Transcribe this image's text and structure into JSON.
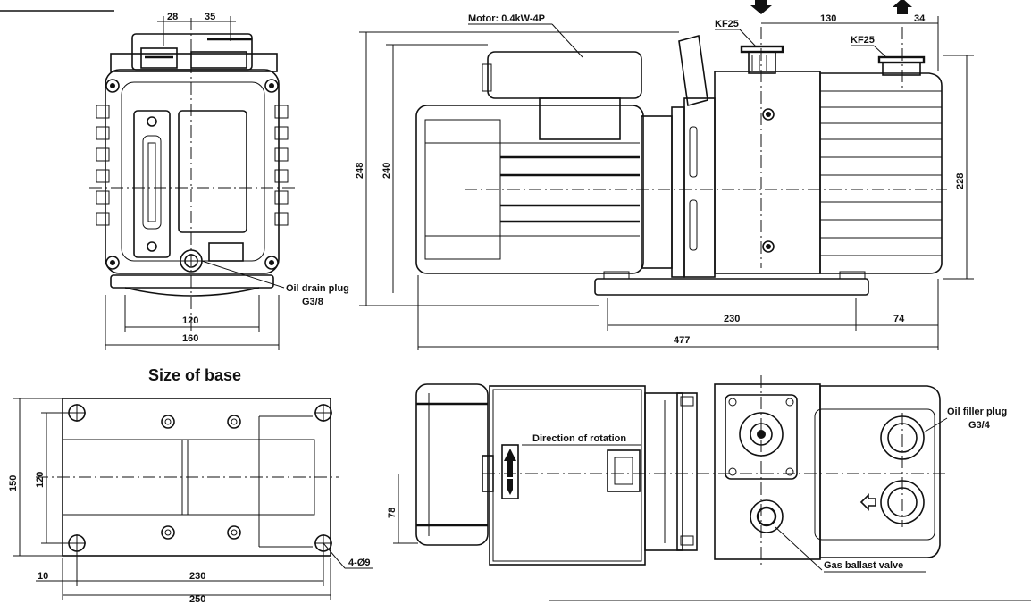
{
  "labels": {
    "motor": "Motor: 0.4kW-4P",
    "inlet_port": "KF25",
    "outlet_port": "KF25",
    "oil_drain_plug": "Oil drain plug",
    "oil_drain_thread": "G3/8",
    "oil_filler_plug": "Oil filler plug",
    "oil_filler_thread": "G3/4",
    "direction_of_rotation": "Direction of rotation",
    "gas_ballast_valve": "Gas ballast valve",
    "size_of_base": "Size of base",
    "base_holes": "4-Ø9"
  },
  "dimensions": {
    "front_top_left": "28",
    "front_top_right": "35",
    "front_base_inner": "120",
    "front_base_outer": "160",
    "side_inlet_to_outlet": "130",
    "side_outlet_offset": "34",
    "side_overall_height": "248",
    "side_height": "240",
    "side_right_height": "228",
    "side_base_length": "230",
    "side_base_offset": "74",
    "side_overall_length": "477",
    "top_offset": "78",
    "base_width": "150",
    "base_inner_width": "120",
    "base_edge": "10",
    "base_hole_pitch": "230",
    "base_length": "250"
  }
}
